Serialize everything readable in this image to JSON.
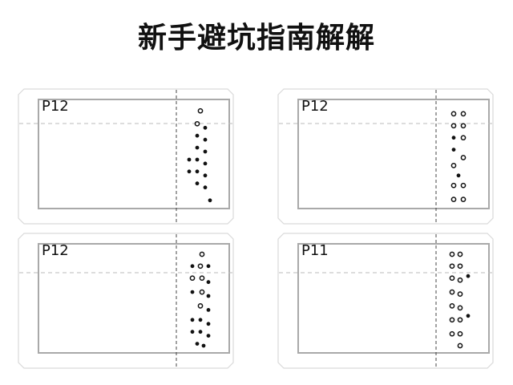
{
  "title": "新手避坑指南解解",
  "cards": [
    {
      "label": "P12",
      "dots": [
        [
          "o",
          0.55,
          0.05
        ],
        [
          "o",
          0.45,
          0.18
        ],
        [
          "f",
          0.7,
          0.22
        ],
        [
          "f",
          0.45,
          0.3
        ],
        [
          "f",
          0.7,
          0.34
        ],
        [
          "f",
          0.45,
          0.42
        ],
        [
          "f",
          0.7,
          0.46
        ],
        [
          "f",
          0.2,
          0.54
        ],
        [
          "f",
          0.45,
          0.54
        ],
        [
          "f",
          0.7,
          0.58
        ],
        [
          "f",
          0.2,
          0.66
        ],
        [
          "f",
          0.45,
          0.66
        ],
        [
          "f",
          0.7,
          0.7
        ],
        [
          "f",
          0.45,
          0.78
        ],
        [
          "f",
          0.7,
          0.82
        ],
        [
          "f",
          0.85,
          0.95
        ]
      ]
    },
    {
      "label": "P12",
      "dots": [
        [
          "o",
          0.35,
          0.08
        ],
        [
          "o",
          0.65,
          0.08
        ],
        [
          "o",
          0.35,
          0.2
        ],
        [
          "o",
          0.65,
          0.2
        ],
        [
          "f",
          0.35,
          0.32
        ],
        [
          "o",
          0.65,
          0.32
        ],
        [
          "f",
          0.35,
          0.44
        ],
        [
          "o",
          0.65,
          0.52
        ],
        [
          "o",
          0.35,
          0.6
        ],
        [
          "f",
          0.5,
          0.7
        ],
        [
          "o",
          0.35,
          0.8
        ],
        [
          "o",
          0.65,
          0.8
        ],
        [
          "o",
          0.35,
          0.94
        ],
        [
          "o",
          0.65,
          0.94
        ]
      ]
    },
    {
      "label": "P12",
      "dots": [
        [
          "o",
          0.6,
          0.04
        ],
        [
          "f",
          0.3,
          0.16
        ],
        [
          "o",
          0.55,
          0.16
        ],
        [
          "f",
          0.8,
          0.16
        ],
        [
          "o",
          0.3,
          0.28
        ],
        [
          "o",
          0.6,
          0.28
        ],
        [
          "f",
          0.8,
          0.32
        ],
        [
          "f",
          0.3,
          0.42
        ],
        [
          "o",
          0.6,
          0.42
        ],
        [
          "f",
          0.8,
          0.46
        ],
        [
          "o",
          0.55,
          0.56
        ],
        [
          "f",
          0.8,
          0.6
        ],
        [
          "f",
          0.3,
          0.7
        ],
        [
          "f",
          0.55,
          0.7
        ],
        [
          "f",
          0.8,
          0.74
        ],
        [
          "f",
          0.3,
          0.82
        ],
        [
          "f",
          0.55,
          0.82
        ],
        [
          "f",
          0.8,
          0.86
        ],
        [
          "f",
          0.45,
          0.94
        ],
        [
          "f",
          0.65,
          0.96
        ]
      ]
    },
    {
      "label": "P11",
      "dots": [
        [
          "o",
          0.3,
          0.04
        ],
        [
          "o",
          0.55,
          0.04
        ],
        [
          "o",
          0.3,
          0.16
        ],
        [
          "o",
          0.55,
          0.16
        ],
        [
          "o",
          0.3,
          0.28
        ],
        [
          "o",
          0.55,
          0.3
        ],
        [
          "f",
          0.8,
          0.26
        ],
        [
          "o",
          0.3,
          0.42
        ],
        [
          "o",
          0.55,
          0.44
        ],
        [
          "o",
          0.3,
          0.56
        ],
        [
          "o",
          0.55,
          0.58
        ],
        [
          "o",
          0.3,
          0.7
        ],
        [
          "o",
          0.55,
          0.7
        ],
        [
          "f",
          0.8,
          0.66
        ],
        [
          "o",
          0.3,
          0.84
        ],
        [
          "o",
          0.55,
          0.84
        ],
        [
          "o",
          0.55,
          0.96
        ]
      ]
    }
  ]
}
